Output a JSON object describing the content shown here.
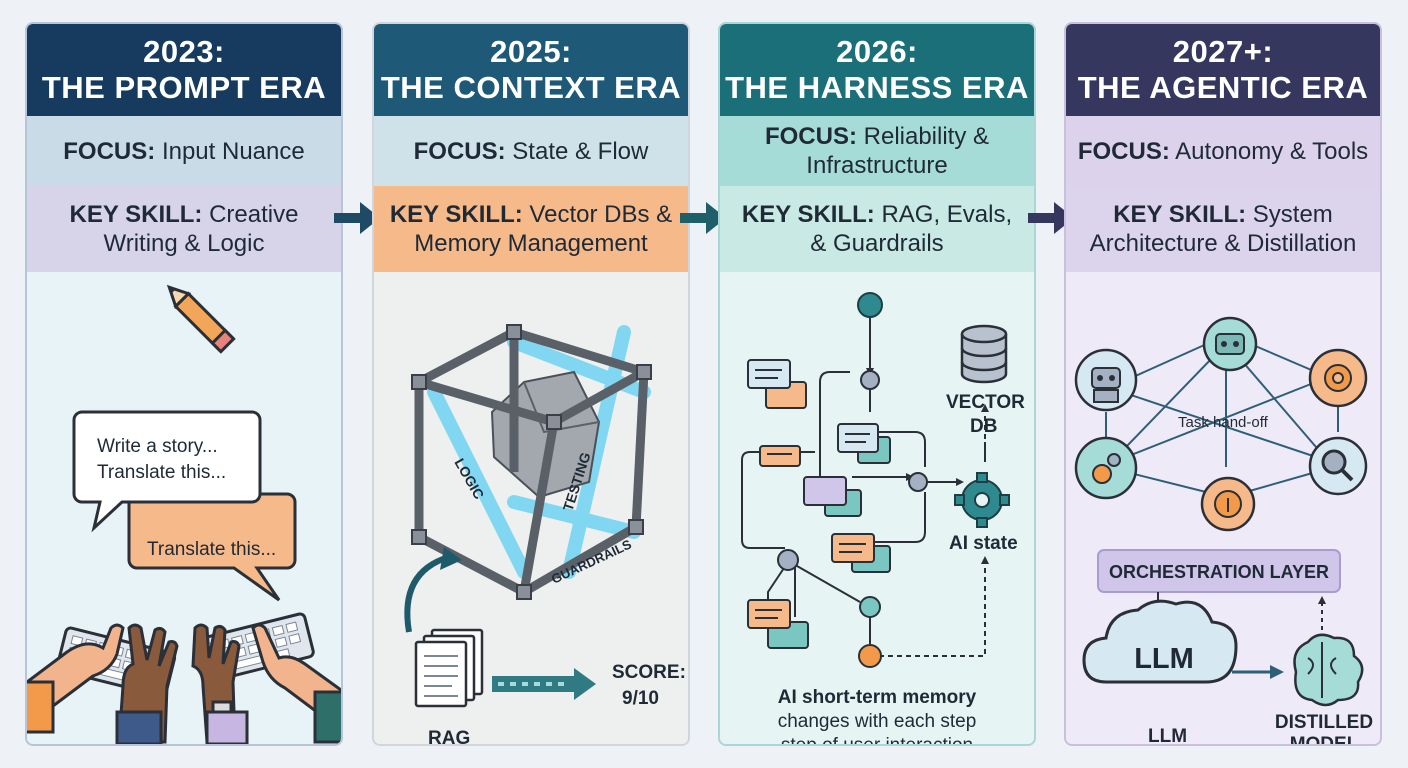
{
  "panels": [
    {
      "year": "2023:",
      "era": "THE PROMPT ERA",
      "focus_label": "FOCUS:",
      "focus_value": "Input Nuance",
      "skill_label": "KEY SKILL:",
      "skill_value": "Creative Writing & Logic",
      "bubble_1_line_1": "Write a story...",
      "bubble_1_line_2": "Translate this...",
      "bubble_2": "Translate this..."
    },
    {
      "year": "2025:",
      "era": "THE CONTEXT ERA",
      "focus_label": "FOCUS:",
      "focus_value": "State & Flow",
      "skill_label": "KEY SKILL:",
      "skill_value": "Vector DBs & Memory Management",
      "beam_logic": "LOGIC",
      "beam_testing": "TESTING",
      "beam_guardrails": "GUARDRAILS",
      "rag_label": "RAG",
      "score_label": "SCORE:",
      "score_value": "9/10"
    },
    {
      "year": "2026:",
      "era": "THE HARNESS ERA",
      "focus_label": "FOCUS:",
      "focus_value": "Reliability & Infrastructure",
      "skill_label": "KEY SKILL:",
      "skill_value": "RAG, Evals, & Guardrails",
      "vector_db_line_1": "VECTOR",
      "vector_db_line_2": "DB",
      "ai_state": "AI state",
      "memory_title": "AI short-term memory",
      "memory_line_2": "changes with each step",
      "memory_line_3": "step of user interaction"
    },
    {
      "year": "2027+:",
      "era": "THE AGENTIC ERA",
      "focus_label": "FOCUS:",
      "focus_value": "Autonomy & Tools",
      "skill_label": "KEY SKILL:",
      "skill_value": "System Architecture & Distillation",
      "handoff": "Task hand-off",
      "orchestration": "ORCHESTRATION LAYER",
      "llm_cloud": "LLM",
      "llm_label": "LLM",
      "distilled_line_1": "DISTILLED",
      "distilled_line_2": "MODEL"
    }
  ],
  "colors": {
    "navy": "#173b5e",
    "teal": "#1b6f78",
    "orange": "#f6b98a",
    "glow": "#6fd3f2"
  },
  "icons": [
    "pencil-icon",
    "keyboard-icon",
    "hand-icon",
    "cube-icon",
    "document-icon",
    "chat-icon",
    "database-icon",
    "gear-icon",
    "robot-icon",
    "search-icon",
    "cloud-icon",
    "brain-icon",
    "arrow-right-icon"
  ]
}
